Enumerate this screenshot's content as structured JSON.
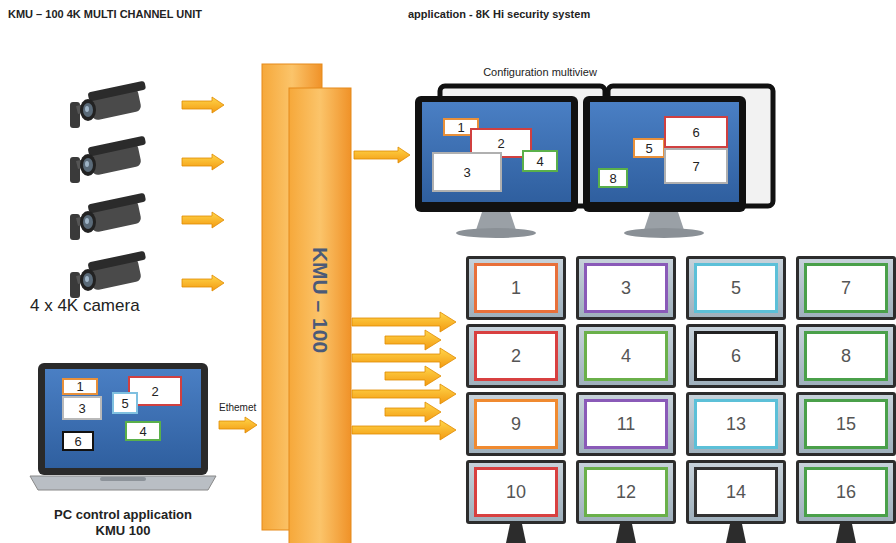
{
  "diagram": {
    "title": "KMU – 100 4K MULTI CHANNEL UNIT",
    "nodes": [
      {
        "text": [
          "KMU – 100"
        ]
      },
      {
        "text": [
          "Configuration multiview"
        ]
      },
      {
        "text": [
          "1"
        ],
        "in": 1
      },
      {
        "text": [
          "2"
        ],
        "in": 1
      },
      {
        "text": [
          "3"
        ],
        "in": 1
      },
      {
        "text": [
          "4"
        ],
        "in": 1
      },
      {
        "text": [
          "5"
        ],
        "in": 1
      },
      {
        "text": [
          "6"
        ],
        "in": 1
      },
      {
        "text": [
          "7"
        ],
        "in": 1
      },
      {
        "text": [
          "8"
        ],
        "in": 1
      },
      {
        "text": [
          "1"
        ]
      },
      {
        "text": [
          "3"
        ]
      },
      {
        "text": [
          "5"
        ]
      },
      {
        "text": [
          "7"
        ]
      },
      {
        "text": [
          "2"
        ]
      },
      {
        "text": [
          "4"
        ]
      },
      {
        "text": [
          "6"
        ]
      },
      {
        "text": [
          "8"
        ]
      },
      {
        "text": [
          "9"
        ]
      },
      {
        "text": [
          "11"
        ]
      },
      {
        "text": [
          "13"
        ]
      },
      {
        "text": [
          "15"
        ]
      },
      {
        "text": [
          "10"
        ]
      },
      {
        "text": [
          "12"
        ]
      },
      {
        "text": [
          "14"
        ]
      },
      {
        "text": [
          "16"
        ]
      },
      {
        "text": [
          "PC control application KMU 100"
        ]
      },
      {
        "text": [
          "1"
        ],
        "in": 26
      },
      {
        "text": [
          "2"
        ],
        "in": 26
      },
      {
        "text": [
          "3"
        ],
        "in": 26
      },
      {
        "text": [
          "5"
        ],
        "in": 26
      },
      {
        "text": [
          "4"
        ],
        "in": 26
      },
      {
        "text": [
          "6"
        ],
        "in": 26
      }
    ],
    "edges": [
      {
        "from": 26,
        "to": 0,
        "arrow": "to",
        "label": "Ethemet"
      },
      {
        "from": 0,
        "to": 1,
        "arrow": "to"
      }
    ],
    "labels": [
      "application - 8K Hi security system",
      "4 x 4K camera"
    ]
  }
}
